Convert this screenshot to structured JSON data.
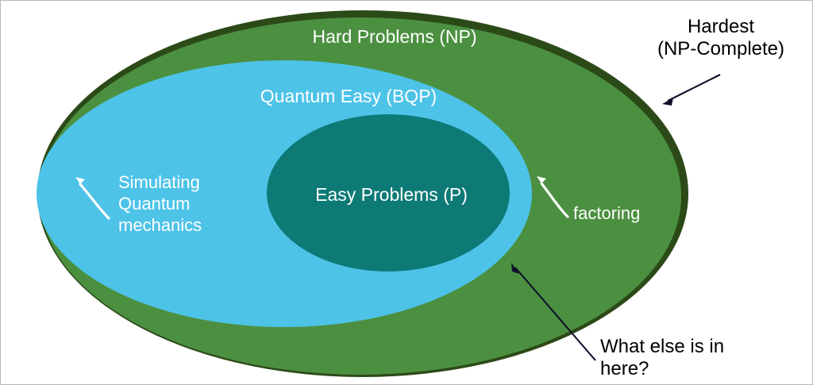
{
  "figure": {
    "title": "Computational complexity classes Venn diagram",
    "background_color": "#ffffff",
    "border_color": "#b8b8b8",
    "sets": [
      {
        "id": "np",
        "label": "Hard Problems (NP)",
        "fill_color": "#4b9040",
        "outline_color": "#2c4a18",
        "label_color": "#ffffff"
      },
      {
        "id": "bqp",
        "label": "Quantum Easy (BQP)",
        "fill_color": "#4ec3e8",
        "outline_color": "#4ec3e8",
        "label_color": "#ffffff"
      },
      {
        "id": "p",
        "label": "Easy Problems (P)",
        "fill_color": "#0d7a76",
        "outline_color": "#0d7a76",
        "label_color": "#ffffff"
      }
    ],
    "inner_annotations": [
      {
        "id": "simulating-quantum-mechanics",
        "lines": [
          "Simulating",
          "Quantum",
          "mechanics"
        ],
        "color": "#ffffff",
        "region": "bqp"
      },
      {
        "id": "factoring",
        "lines": [
          "factoring"
        ],
        "color": "#ffffff",
        "region": "bqp"
      }
    ],
    "callouts": [
      {
        "id": "hardest",
        "lines": [
          "Hardest",
          "(NP-Complete)"
        ],
        "color": "#000000",
        "points_to": "np-outline"
      },
      {
        "id": "what-else",
        "lines": [
          "What else is in",
          "here?"
        ],
        "color": "#000000",
        "points_to": "bqp-region"
      }
    ]
  }
}
